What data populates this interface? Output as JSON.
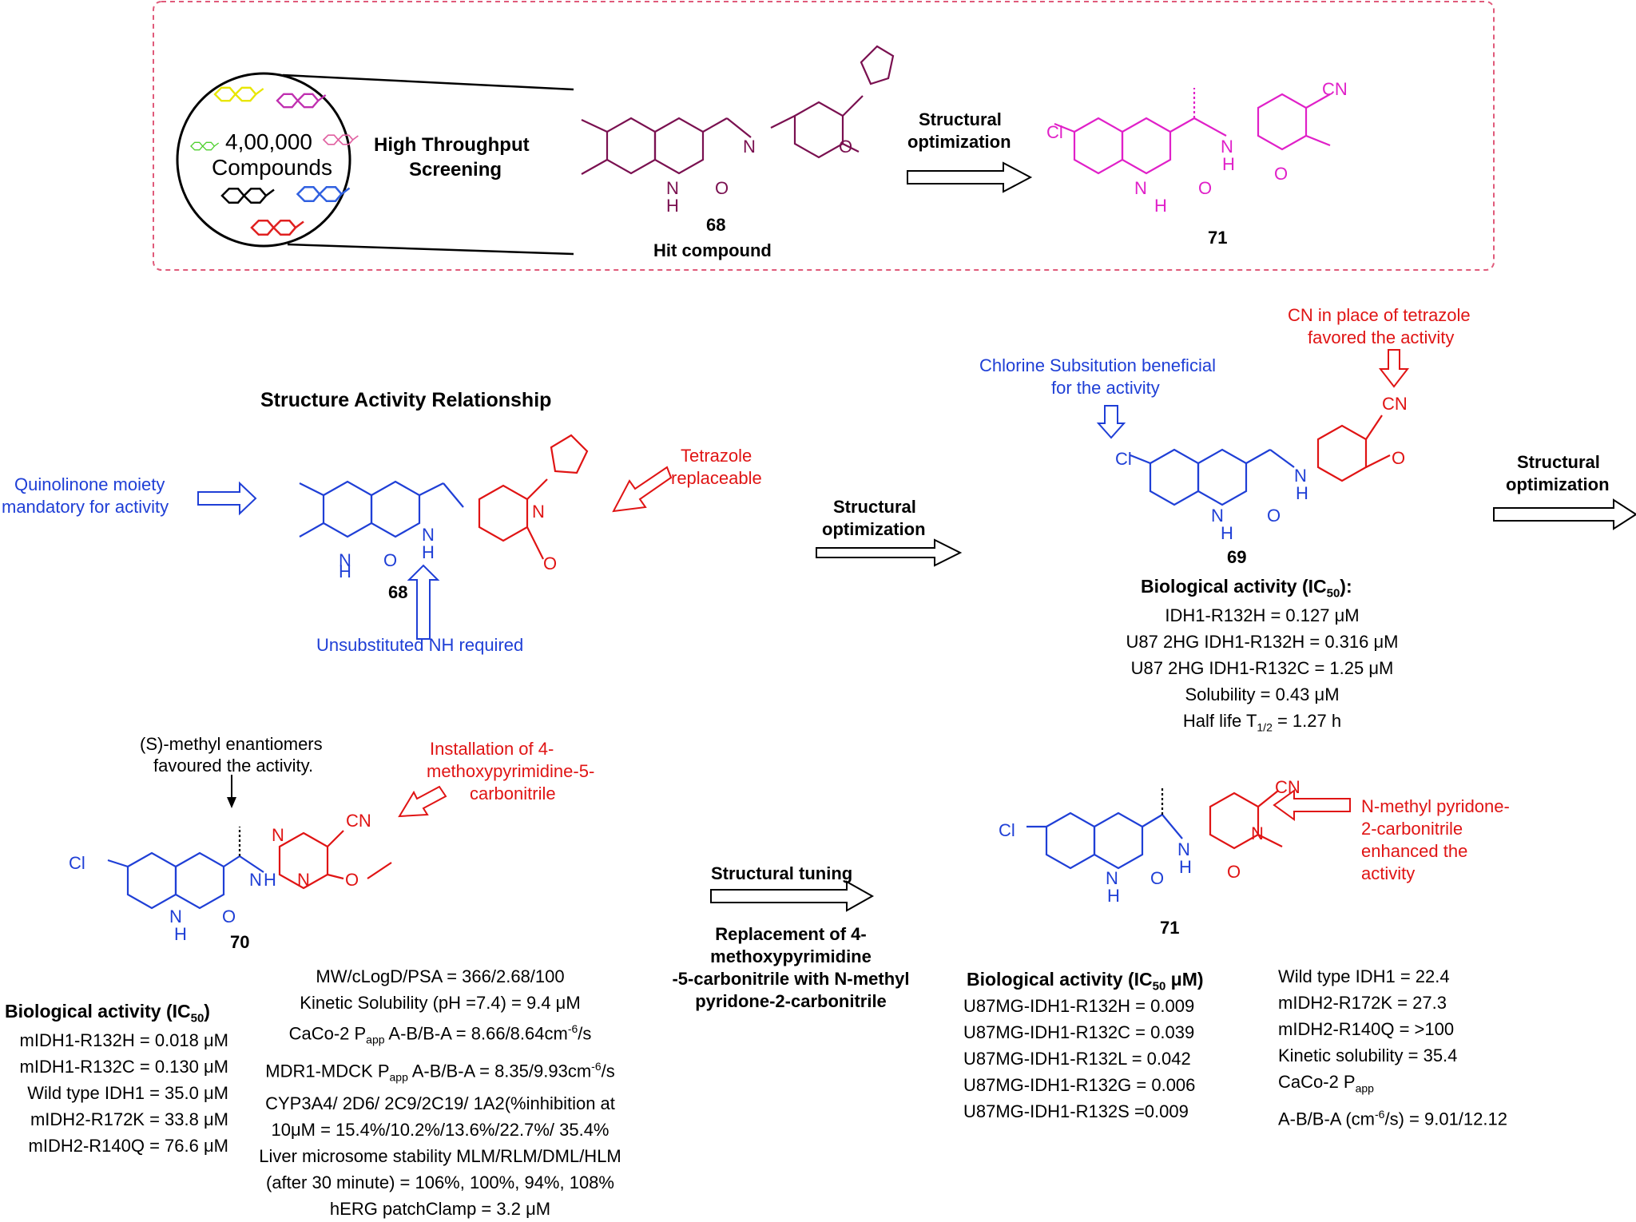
{
  "colors": {
    "blue": "#1f3fd6",
    "red": "#e01414",
    "magenta": "#e020c8",
    "maroon": "#7a1050",
    "box": "#e05a7a"
  },
  "top": {
    "library_count": "4,00,000",
    "library_label": "Compounds",
    "hts_label": [
      "High Throughput",
      "Screening"
    ],
    "cmp68_num": "68",
    "cmp68_caption": "Hit compound",
    "arrow_label": [
      "Structural",
      "optimization"
    ],
    "cmp71_num": "71"
  },
  "sar": {
    "title": "Structure Activity Relationship",
    "quinolinone_note": [
      "Quinolinone moiety",
      "mandatory for activity"
    ],
    "tetrazole_note": [
      "Tetrazole",
      "replaceable"
    ],
    "nh_note": "Unsubstituted NH required",
    "cmp_num": "68",
    "arrow_label": [
      "Structural",
      "optimization"
    ]
  },
  "c69": {
    "chlorine_note": [
      "Chlorine Subsitution beneficial",
      "for the activity"
    ],
    "cn_note": [
      "CN in place of tetrazole",
      "favored the activity"
    ],
    "num": "69",
    "activity_title": "Biological activity (IC",
    "activity_sub": "50",
    "activity_end": "):",
    "lines": [
      "IDH1-R132H = 0.127 μM",
      "U87 2HG IDH1-R132H = 0.316 μM",
      "U87 2HG IDH1-R132C = 1.25 μM",
      "Solubility = 0.43 μM"
    ],
    "halflife_prefix": "Half life T",
    "halflife_sub": "1/2",
    "halflife_suffix": " = 1.27 h",
    "arrow_label": [
      "Structural",
      "optimization"
    ]
  },
  "c70": {
    "s_methyl_note": [
      "(S)-methyl enantiomers",
      "favoured the activity."
    ],
    "install_note": [
      "Installation of 4-",
      "methoxypyrimidine-5-",
      "carbonitrile"
    ],
    "num": "70",
    "activity_title": "Biological activity (IC",
    "activity_sub": "50",
    "activity_end": ")",
    "activity_lines": [
      "mIDH1-R132H = 0.018 μM",
      "mIDH1-R132C = 0.130 μM",
      "Wild type IDH1 = 35.0 μM",
      "mIDH2-R172K = 33.8 μM",
      "mIDH2-R140Q = 76.6 μM"
    ],
    "props": {
      "mw": "MW/cLogD/PSA = 366/2.68/100",
      "ksol": "Kinetic Solubility (pH =7.4)  = 9.4 μM",
      "caco_a": "CaCo-2 P",
      "caco_sub": "app",
      "caco_b": " A-B/B-A = 8.66/8.64cm",
      "caco_sup": "-6",
      "caco_c": "/s",
      "mdck_a": "MDR1-MDCK P",
      "mdck_sub": "app",
      "mdck_b": " A-B/B-A = 8.35/9.93cm",
      "mdck_sup": "-6",
      "mdck_c": "/s",
      "cyp1": "CYP3A4/ 2D6/ 2C9/2C19/ 1A2(%inhibition at",
      "cyp2": "10μM = 15.4%/10.2%/13.6%/22.7%/ 35.4%",
      "lm1": "Liver microsome stability MLM/RLM/DML/HLM",
      "lm2": "(after 30 minute) = 106%, 100%, 94%, 108%",
      "herg": "hERG patchClamp = 3.2 μM"
    }
  },
  "tuning": {
    "arrow_label": "Structural tuning",
    "replacement": [
      "Replacement of 4-",
      "methoxypyrimidine",
      "-5-carbonitrile with N-methyl",
      "pyridone-2-carbonitrile"
    ]
  },
  "c71": {
    "note": [
      "N-methyl pyridone-",
      "2-carbonitrile",
      "enhanced the",
      "activity"
    ],
    "num": "71",
    "activity_title": "Biological activity (IC",
    "activity_sub": "50",
    "activity_end": " μM)",
    "activity_lines": [
      "U87MG-IDH1-R132H = 0.009",
      "U87MG-IDH1-R132C = 0.039",
      "U87MG-IDH1-R132L = 0.042",
      "U87MG-IDH1-R132G = 0.006",
      "U87MG-IDH1-R132S =0.009"
    ],
    "right_lines": [
      "Wild type IDH1 = 22.4",
      "mIDH2-R172K = 27.3",
      "mIDH2-R140Q = >100",
      "Kinetic solubility = 35.4"
    ],
    "caco_a": "CaCo-2 P",
    "caco_sub": "app",
    "abba_a": "A-B/B-A (cm",
    "abba_sup": "-6",
    "abba_b": "/s) = 9.01/12.12"
  },
  "atoms": {
    "nh": "N",
    "h": "H",
    "o": "O",
    "cl": "Cl",
    "cn": "CN",
    "n": "N"
  }
}
